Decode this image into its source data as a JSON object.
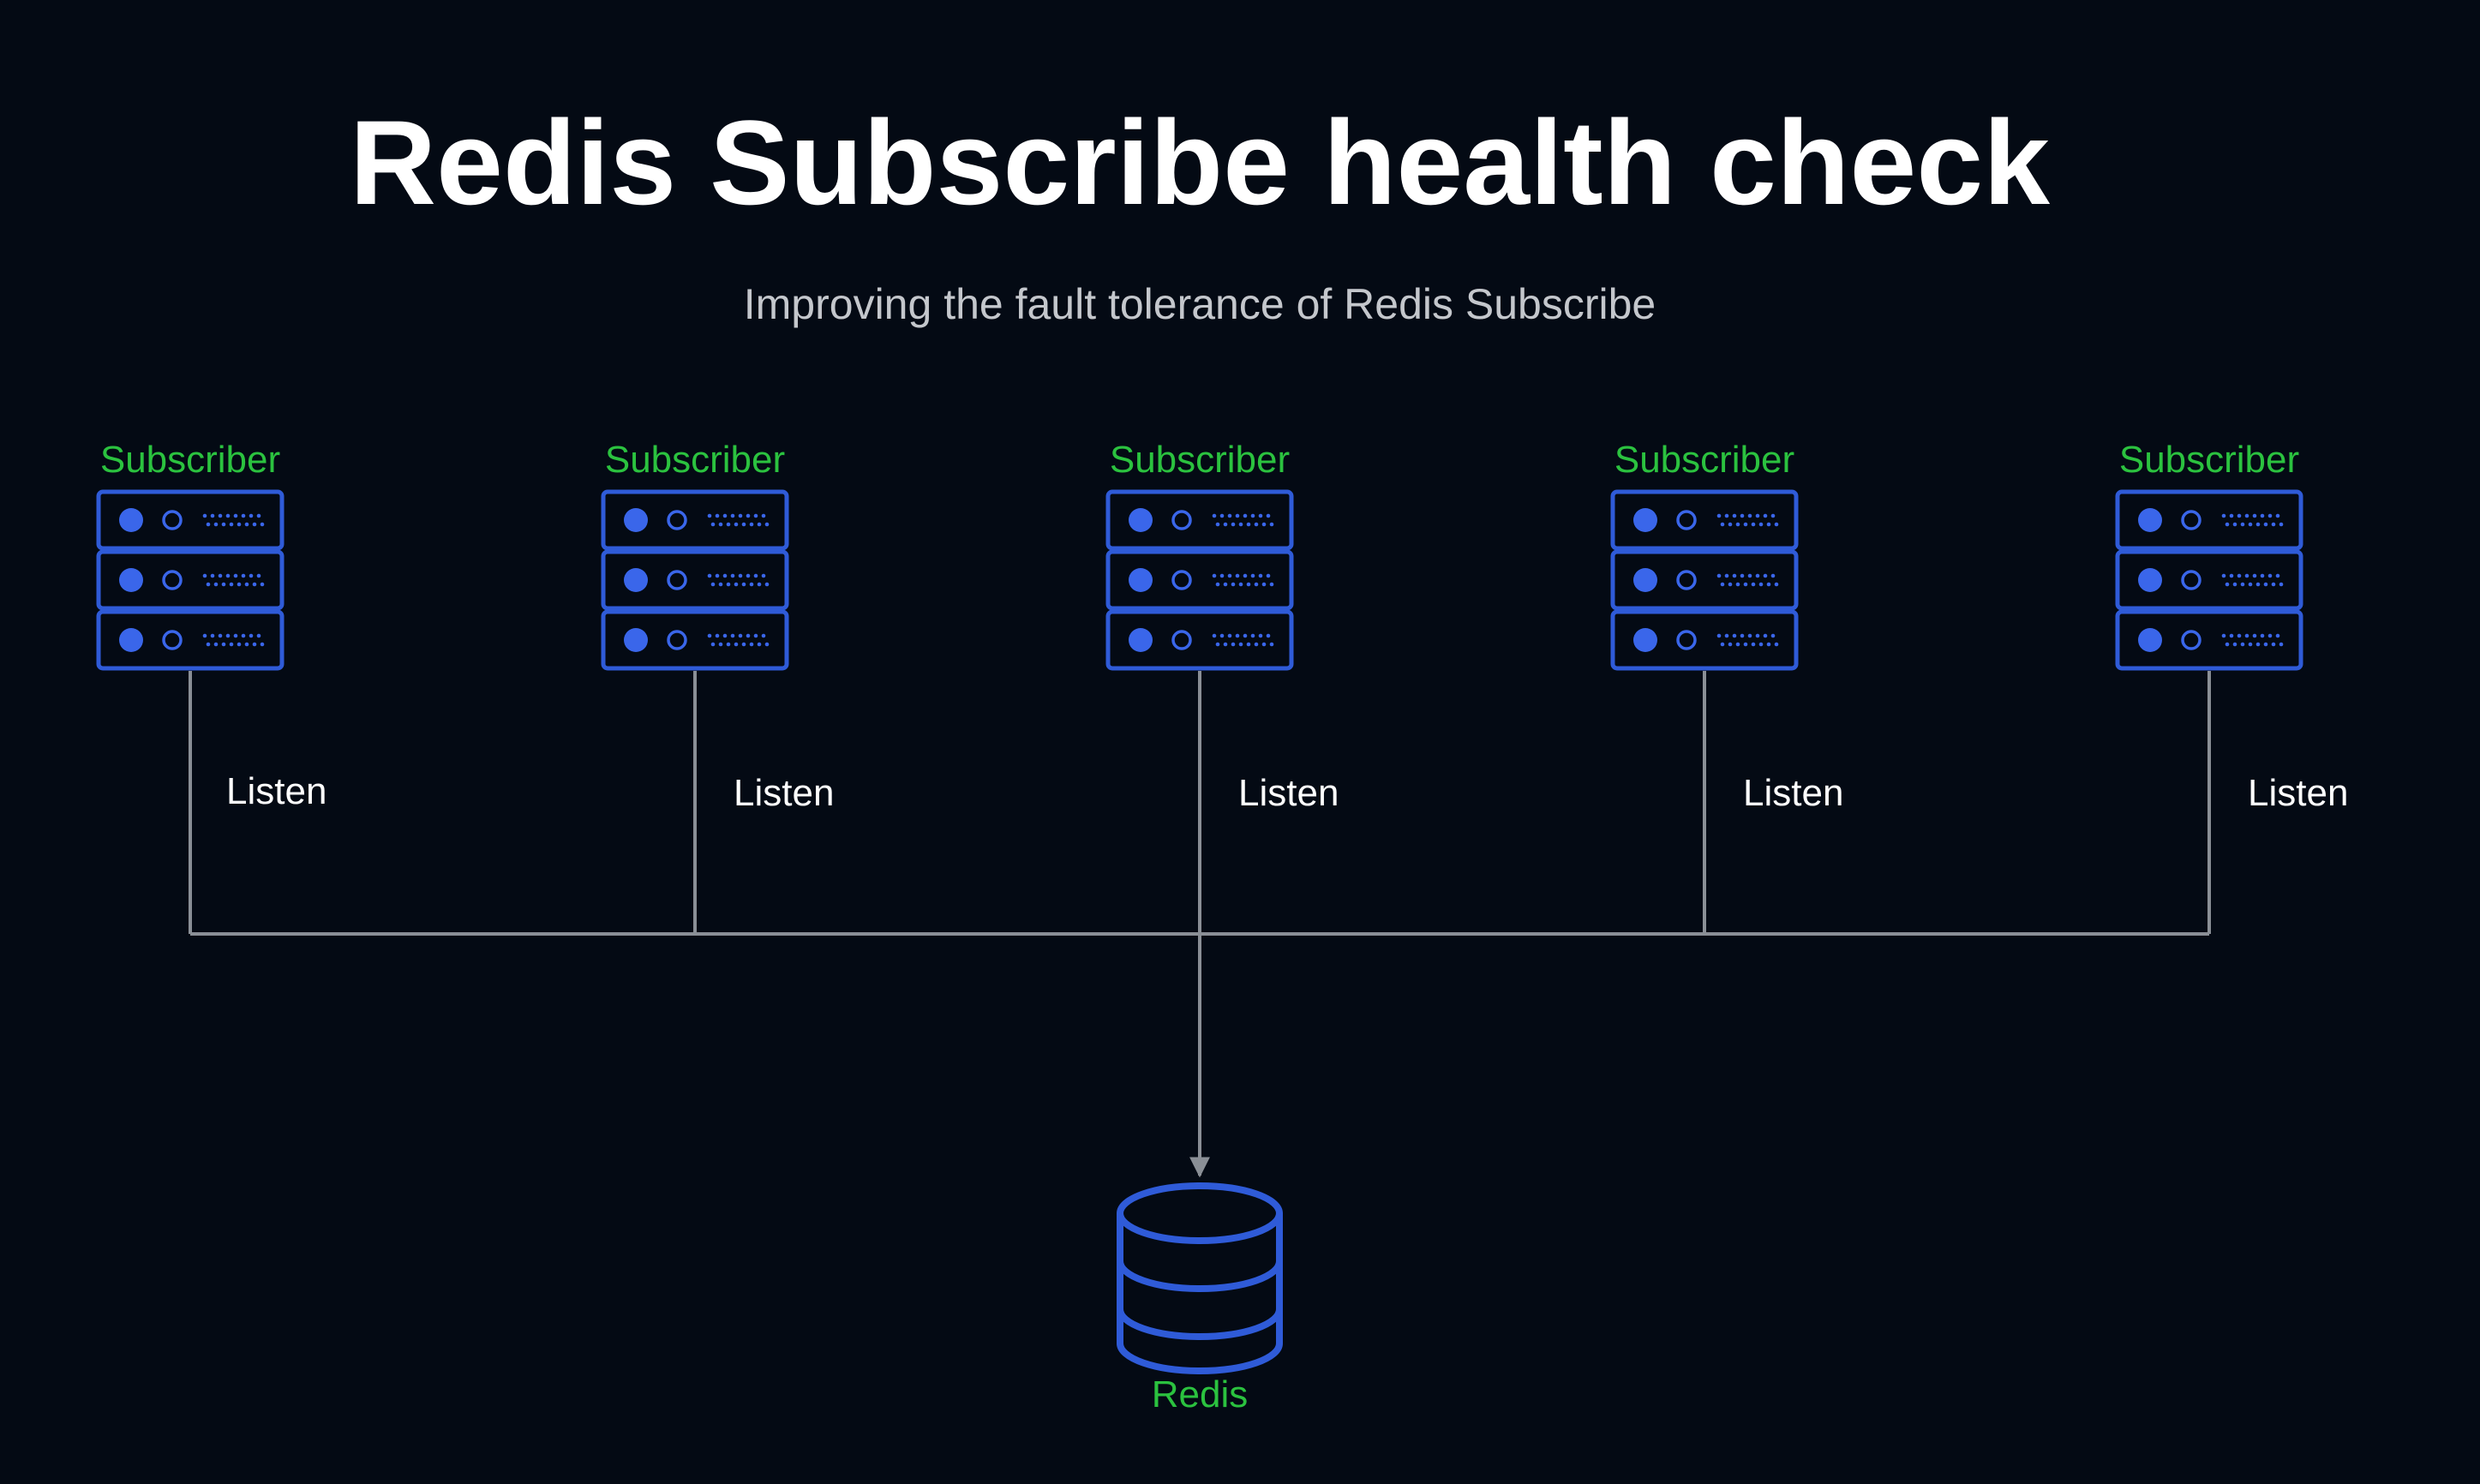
{
  "title": "Redis Subscribe health check",
  "subtitle": "Improving the fault tolerance of Redis Subscribe",
  "colors": {
    "background": "#040a14",
    "title": "#ffffff",
    "subtitle": "#c4c7cc",
    "node_label": "#2bc23f",
    "edge_label": "#ffffff",
    "icon_stroke": "#2f5bd8",
    "icon_dot": "#3a66ea",
    "connector": "#8a8f96"
  },
  "subscribers": [
    {
      "label": "Subscriber",
      "edge_label": "Listen"
    },
    {
      "label": "Subscriber",
      "edge_label": "Listen"
    },
    {
      "label": "Subscriber",
      "edge_label": "Listen"
    },
    {
      "label": "Subscriber",
      "edge_label": "Listen"
    },
    {
      "label": "Subscriber",
      "edge_label": "Listen"
    }
  ],
  "redis": {
    "label": "Redis",
    "icon": "database-icon"
  },
  "subscriber_icon": "server-rack-icon"
}
